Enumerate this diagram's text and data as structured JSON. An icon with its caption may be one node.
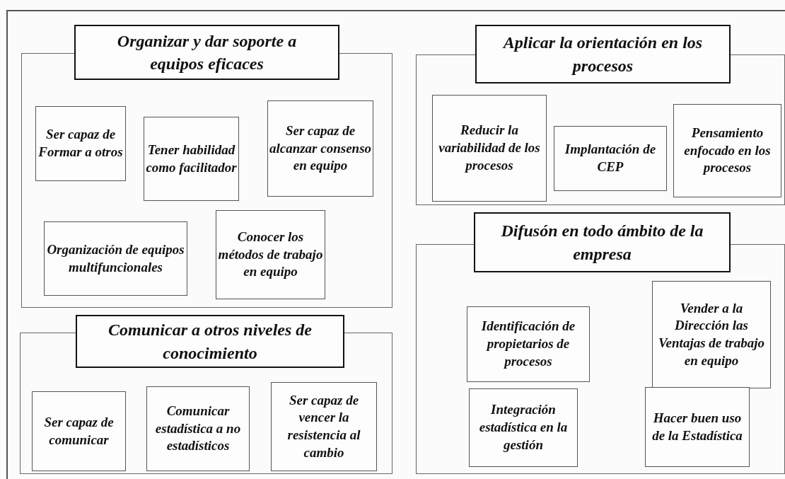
{
  "diagram": {
    "nodes": [
      {
        "text": [
          "Organizar y dar soporte a equipos eficaces"
        ]
      },
      {
        "text": [
          "Ser capaz de Formar a otros"
        ],
        "in": 0
      },
      {
        "text": [
          "Tener habilidad como facilitador"
        ],
        "in": 0
      },
      {
        "text": [
          "Ser capaz de alcanzar consenso en equipo"
        ],
        "in": 0
      },
      {
        "text": [
          "Organización de equipos multifuncionales"
        ],
        "in": 0
      },
      {
        "text": [
          "Conocer los métodos de trabajo en equipo"
        ],
        "in": 0
      },
      {
        "text": [
          "Aplicar la orientación en los procesos"
        ]
      },
      {
        "text": [
          "Reducir la variabilidad de los procesos"
        ],
        "in": 6
      },
      {
        "text": [
          "Implantación de CEP"
        ],
        "in": 6
      },
      {
        "text": [
          "Pensamiento enfocado en los procesos"
        ],
        "in": 6
      },
      {
        "text": [
          "Comunicar a otros niveles de conocimiento"
        ]
      },
      {
        "text": [
          "Ser capaz de comunicar"
        ],
        "in": 10
      },
      {
        "text": [
          "Comunicar estadística a no estadísticos"
        ],
        "in": 10
      },
      {
        "text": [
          "Ser capaz de vencer la resistencia al cambio"
        ],
        "in": 10
      },
      {
        "text": [
          "Difusón en todo ámbito de la empresa"
        ]
      },
      {
        "text": [
          "Identificación de propietarios de procesos"
        ],
        "in": 14
      },
      {
        "text": [
          "Vender a la Dirección las Ventajas de trabajo en equipo"
        ],
        "in": 14
      },
      {
        "text": [
          "Integración estadística en la gestión"
        ],
        "in": 14
      },
      {
        "text": [
          "Hacer buen uso de la Estadística"
        ],
        "in": 14
      }
    ]
  }
}
